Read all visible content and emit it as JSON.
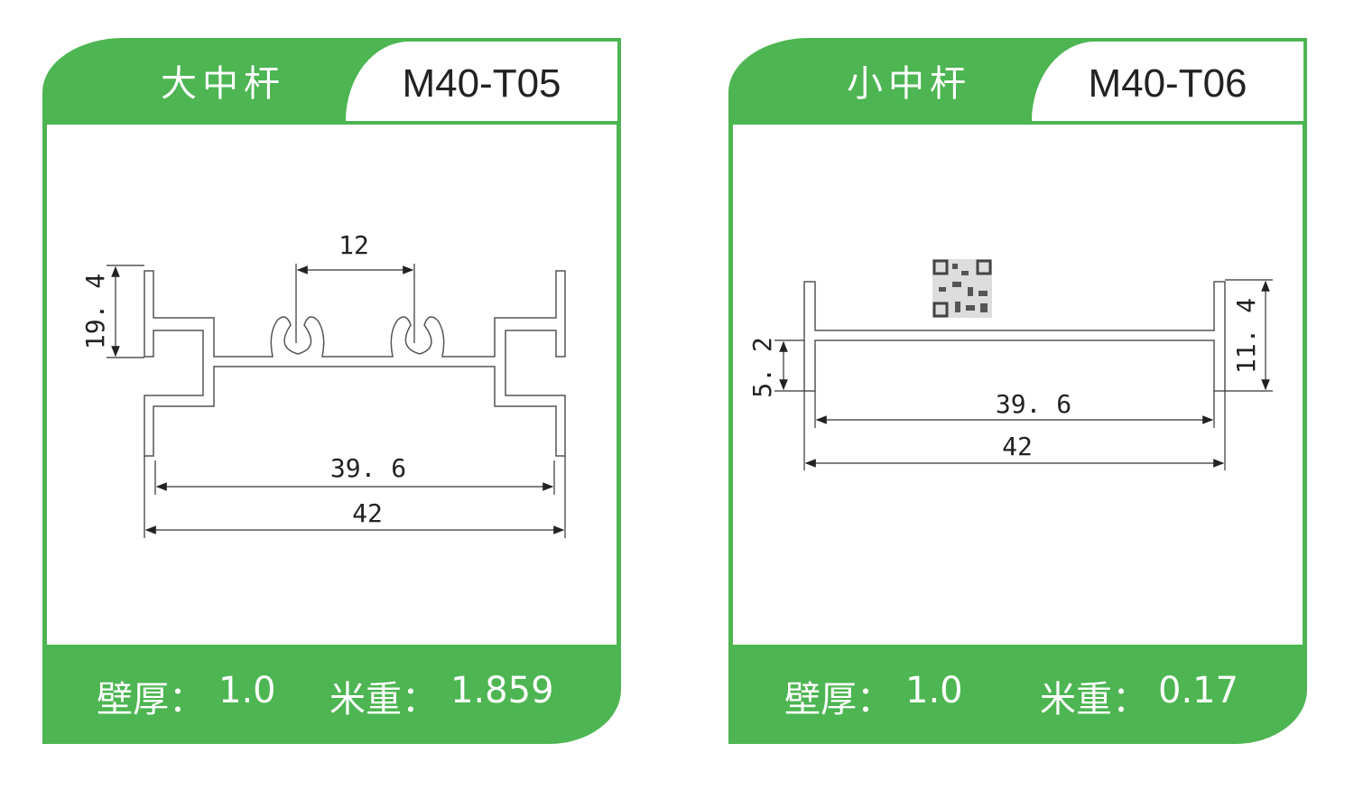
{
  "cards": [
    {
      "name": "大中杆",
      "code": "M40-T05",
      "wall_label": "壁厚：",
      "wall": "1.0",
      "weight_label": "米重：",
      "weight": "1.859",
      "dims": {
        "height": "19. 4",
        "slot": "12",
        "inner": "39. 6",
        "outer": "42"
      }
    },
    {
      "name": "小中杆",
      "code": "M40-T06",
      "wall_label": "壁厚：",
      "wall": "1.0",
      "weight_label": "米重：",
      "weight": "0.17",
      "dims": {
        "left": "5. 2",
        "right": "11. 4",
        "inner": "39. 6",
        "outer": "42"
      }
    }
  ],
  "colors": {
    "green": "#4db552"
  }
}
